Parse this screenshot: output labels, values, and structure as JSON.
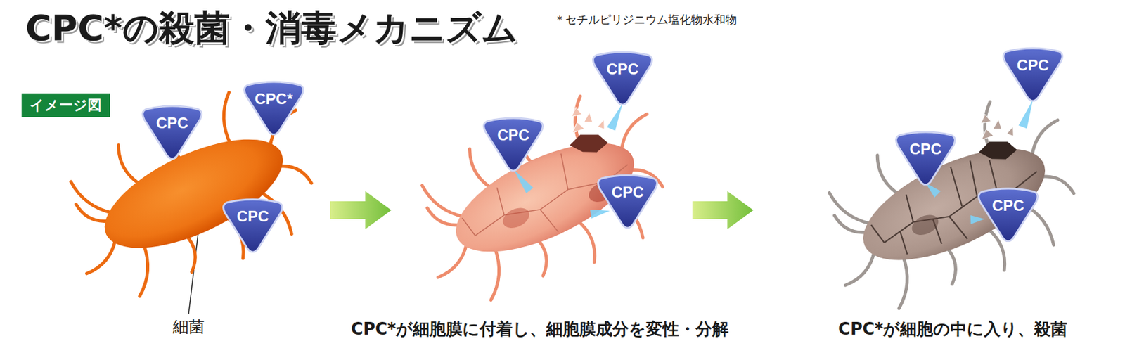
{
  "diagram": {
    "title": "CPC*の殺菌・消毒メカニズム",
    "nodes": [
      {
        "text": [
          "イメージ図"
        ]
      },
      {
        "text": [
          "CPC"
        ]
      },
      {
        "text": [
          "CPC*"
        ]
      },
      {
        "text": [
          "CPC"
        ]
      },
      {
        "text": [
          "CPC"
        ]
      },
      {
        "text": [
          "CPC"
        ]
      },
      {
        "text": [
          "CPC"
        ]
      },
      {
        "text": [
          "CPC"
        ]
      },
      {
        "text": [
          "CPC"
        ]
      },
      {
        "text": [
          "CPC"
        ]
      }
    ],
    "labels": [
      "＊セチルピリジニウム塩化物水和物",
      "細菌",
      "CPC*が細胞膜に付着し、細胞膜成分を変性・分解",
      "CPC*が細胞の中に入り、殺菌"
    ]
  }
}
